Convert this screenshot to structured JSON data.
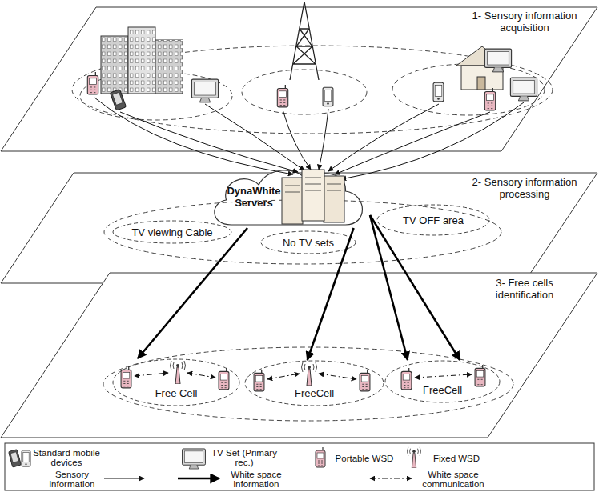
{
  "diagram": {
    "nodes": [
      {
        "text": [
          "1- Sensory information acquisition"
        ]
      },
      {
        "text": [
          "2- Sensory information processing"
        ]
      },
      {
        "text": [
          "DynaWhite Servers"
        ],
        "in": 1
      },
      {
        "text": [
          "TV viewing Cable"
        ],
        "in": 1
      },
      {
        "text": [
          "No TV sets"
        ],
        "in": 1
      },
      {
        "text": [
          "TV OFF area"
        ],
        "in": 1
      },
      {
        "text": [
          "3- Free cells identification"
        ]
      },
      {
        "text": [
          "Free Cell"
        ],
        "in": 6
      },
      {
        "text": [
          "FreeCell"
        ],
        "in": 6
      },
      {
        "text": [
          "FreeCell"
        ],
        "in": 6
      }
    ],
    "edges": [
      {
        "from": 2,
        "to": 7,
        "arrow": "to"
      },
      {
        "from": 2,
        "to": 8,
        "arrow": "to"
      },
      {
        "from": 2,
        "to": 9,
        "arrow": "to"
      },
      {
        "from": 2,
        "to": 9,
        "arrow": "to"
      }
    ],
    "legend": [
      {
        "text": "Standard mobile devices"
      },
      {
        "text": "TV Set (Primary rec.)"
      },
      {
        "text": "Portable WSD"
      },
      {
        "text": "Fixed WSD"
      },
      {
        "text": "Sensory information"
      },
      {
        "text": "White space information"
      },
      {
        "text": "White space communication"
      }
    ]
  }
}
